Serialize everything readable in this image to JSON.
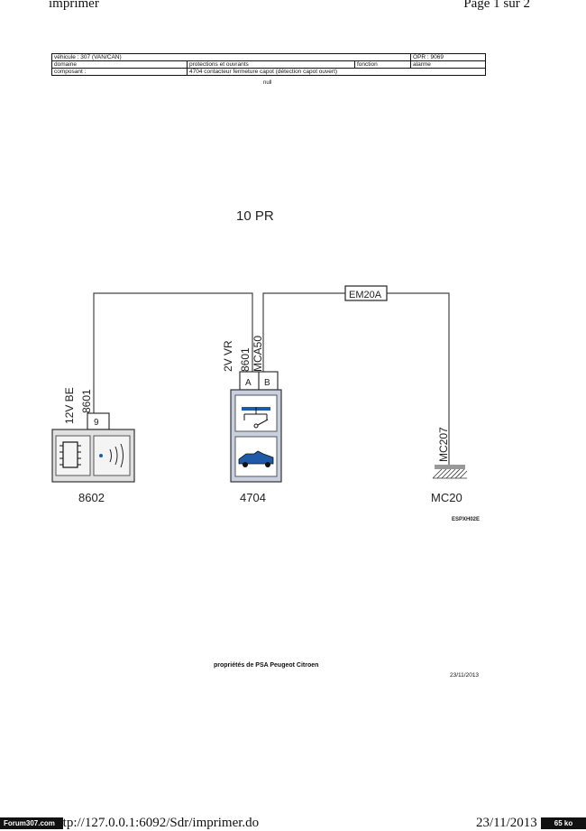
{
  "header": {
    "left": "imprimer",
    "right": "Page 1 sur 2"
  },
  "info_table": {
    "row1": {
      "vehicle": "véhicule : 307 (VAN/CAN)",
      "opr": "OPR : 9069"
    },
    "row2": {
      "domain_label": "domaine",
      "domain_value": "protections et ouvrants",
      "function_label": "fonction",
      "function_value": "alarme"
    },
    "row3": {
      "component_label": "composant :",
      "component_value": "4704 contacteur fermeture capot (détection capot ouvert)"
    },
    "note": "null"
  },
  "diagram": {
    "title": "10 PR",
    "fuse_label": "EM20A",
    "components": {
      "alarm": {
        "ref": "8602",
        "wire_label": "12V BE",
        "wire_ref": "8601",
        "connector_pin": "9"
      },
      "hood_switch": {
        "ref": "4704",
        "wire_left_color": "2V VR",
        "wire_left_ref": "8601",
        "wire_right_ref": "MCA50",
        "pin_a": "A",
        "pin_b": "B"
      },
      "ground": {
        "ref": "MC20",
        "wire_ref": "MC207"
      }
    },
    "code": "ESPXH02E"
  },
  "footer": {
    "property": "propriétés de PSA Peugeot Citroen",
    "date": "23/11/2013",
    "url": "http://127.0.0.1:6092/Sdr/imprimer.do",
    "print_date": "23/11/2013",
    "badge_left": "Forum307.com",
    "badge_right": "65 ko"
  },
  "colors": {
    "component_fill": "#c8d0e0",
    "switch_blue": "#1e5aa8"
  }
}
